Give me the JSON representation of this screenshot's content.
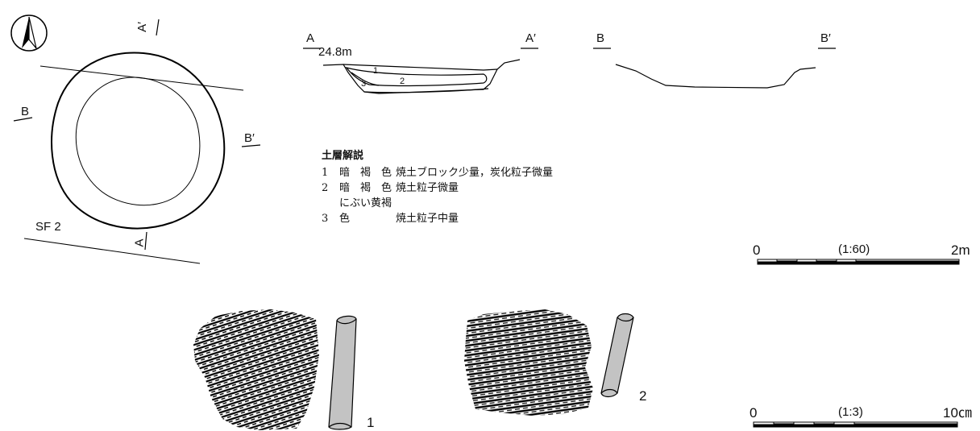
{
  "plan": {
    "feature_id": "SF 2",
    "section_a": "A",
    "section_a_prime": "A′",
    "section_b": "B",
    "section_b_prime": "B′",
    "north_icon": "north-arrow"
  },
  "profile_a": {
    "left": "A",
    "right": "A′",
    "elevation": "24.8m",
    "layer_labels": [
      "1",
      "2",
      "3"
    ]
  },
  "profile_b": {
    "left": "B",
    "right": "B′"
  },
  "soil_legend": {
    "title": "土層解説",
    "rows": [
      {
        "no": "1",
        "color": "暗　褐　色",
        "desc": "焼土ブロック少量，炭化粒子微量"
      },
      {
        "no": "2",
        "color": "暗　褐　色",
        "desc": "焼土粒子微量"
      },
      {
        "no": "3",
        "color": "にぶい黄褐色",
        "desc": "焼土粒子中量"
      }
    ]
  },
  "scale_1": {
    "start": "0",
    "ratio": "(1:60)",
    "end": "2m"
  },
  "scale_2": {
    "start": "0",
    "ratio": "(1:3)",
    "end": "10㎝"
  },
  "artifacts": [
    {
      "number": "1"
    },
    {
      "number": "2"
    }
  ]
}
